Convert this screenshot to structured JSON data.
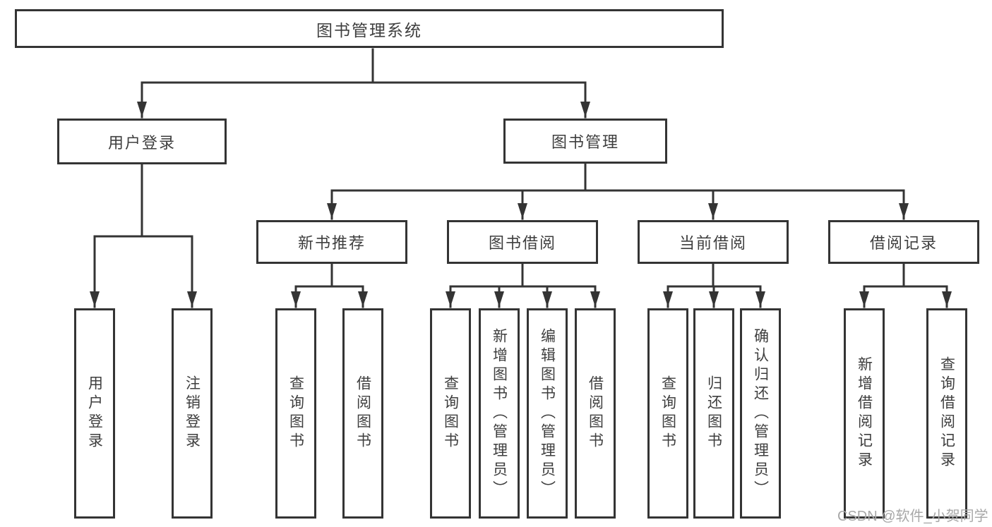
{
  "diagram": {
    "type": "tree",
    "nodes": {
      "root": {
        "label": "图书管理系统"
      },
      "user_login": {
        "label": "用户登录"
      },
      "book_mgmt": {
        "label": "图书管理"
      },
      "new_book_rec": {
        "label": "新书推荐"
      },
      "book_borrow": {
        "label": "图书借阅"
      },
      "current_borrow": {
        "label": "当前借阅"
      },
      "borrow_records": {
        "label": "借阅记录"
      },
      "l_user_login": {
        "label": "用户登录"
      },
      "l_logout": {
        "label": "注销登录"
      },
      "l_query_1": {
        "label": "查询图书"
      },
      "l_borrow_1": {
        "label": "借阅图书"
      },
      "l_query_2": {
        "label": "查询图书"
      },
      "l_add_book": {
        "label": "新增图书（管理员）"
      },
      "l_edit_book": {
        "label": "编辑图书（管理员）"
      },
      "l_borrow_2": {
        "label": "借阅图书"
      },
      "l_query_3": {
        "label": "查询图书"
      },
      "l_return": {
        "label": "归还图书"
      },
      "l_confirm": {
        "label": "确认归还（管理员）"
      },
      "l_add_rec": {
        "label": "新增借阅记录"
      },
      "l_query_rec": {
        "label": "查询借阅记录"
      }
    },
    "edges": [
      {
        "from": "root",
        "to": [
          "user_login",
          "book_mgmt"
        ]
      },
      {
        "from": "user_login",
        "to": [
          "l_user_login",
          "l_logout"
        ]
      },
      {
        "from": "book_mgmt",
        "to": [
          "new_book_rec",
          "book_borrow",
          "current_borrow",
          "borrow_records"
        ]
      },
      {
        "from": "new_book_rec",
        "to": [
          "l_query_1",
          "l_borrow_1"
        ]
      },
      {
        "from": "book_borrow",
        "to": [
          "l_query_2",
          "l_add_book",
          "l_edit_book",
          "l_borrow_2"
        ]
      },
      {
        "from": "current_borrow",
        "to": [
          "l_query_3",
          "l_return",
          "l_confirm"
        ]
      },
      {
        "from": "borrow_records",
        "to": [
          "l_add_rec",
          "l_query_rec"
        ]
      }
    ]
  },
  "watermark": {
    "text": "CSDN @软件_小贺同学"
  },
  "colors": {
    "background": "#ffffff",
    "line": "#343434",
    "box_border": "#343434",
    "text": "#3e3e3e",
    "watermark": "#a8a8a8"
  }
}
